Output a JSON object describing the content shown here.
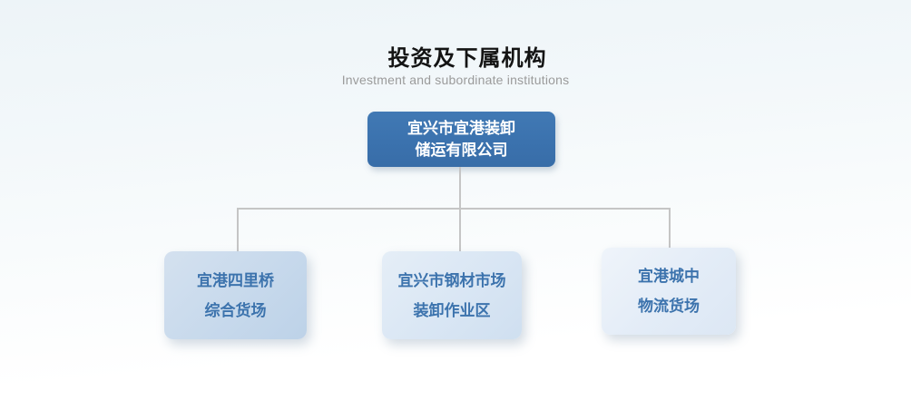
{
  "header": {
    "title": "投资及下属机构",
    "subtitle": "Investment and subordinate institutions"
  },
  "org": {
    "root": {
      "line1": "宜兴市宜港装卸",
      "line2": "储运有限公司"
    },
    "children": [
      {
        "line1": "宜港四里桥",
        "line2": "综合货场"
      },
      {
        "line1": "宜兴市钢材市场",
        "line2": "装卸作业区"
      },
      {
        "line1": "宜港城中",
        "line2": "物流货场"
      }
    ]
  },
  "colors": {
    "root_box_bg": "#3b72ae",
    "root_box_text": "#ffffff",
    "child_box_text": "#3c73ad",
    "child_box_bg_1": "#c7d9ec",
    "child_box_bg_2": "#d9e6f4",
    "child_box_bg_3": "#e3ecf7",
    "connector": "#c5c5c5",
    "title_text": "#141414",
    "subtitle_text": "#9b9b9b"
  }
}
